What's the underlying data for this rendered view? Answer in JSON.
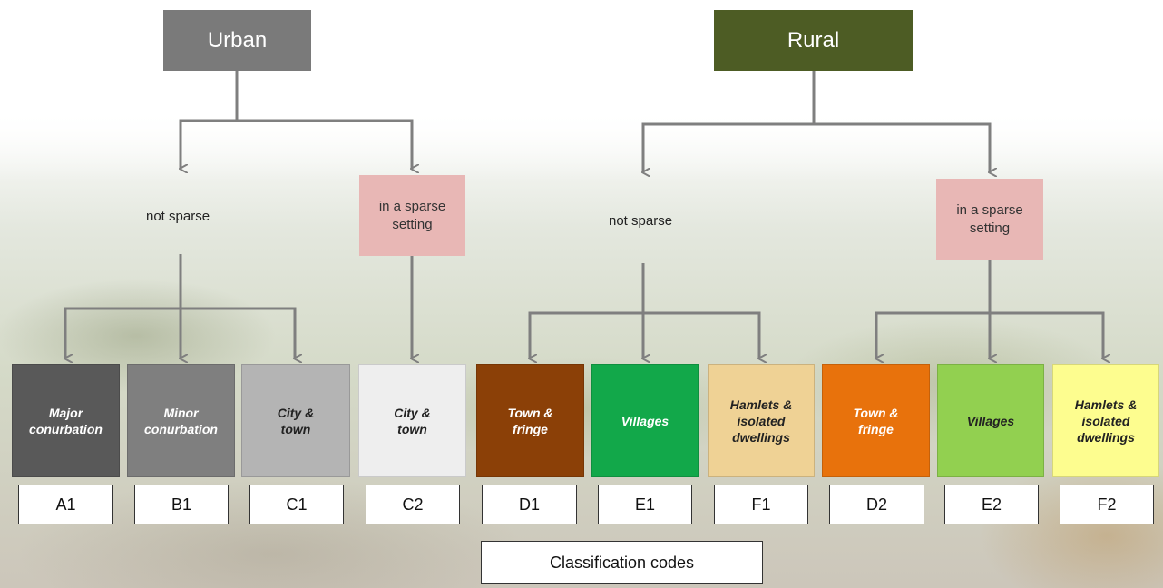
{
  "urban": {
    "label": "Urban",
    "color": "#7a7a7a"
  },
  "rural": {
    "label": "Rural",
    "color": "#4d5c24"
  },
  "urban_not_sparse": "not sparse",
  "urban_sparse": "in a sparse setting",
  "rural_not_sparse": "not sparse",
  "rural_sparse": "in a sparse setting",
  "categories": [
    {
      "label": "Major conurbation",
      "code": "A1",
      "color": "#595959",
      "text_color": "#ffffff"
    },
    {
      "label": "Minor conurbation",
      "code": "B1",
      "color": "#7f7f7f",
      "text_color": "#ffffff"
    },
    {
      "label": "City & town",
      "code": "C1",
      "color": "#b4b4b4",
      "text_color": "#222222"
    },
    {
      "label": "City & town",
      "code": "C2",
      "color": "#eeeeee",
      "text_color": "#222222"
    },
    {
      "label": "Town & fringe",
      "code": "D1",
      "color": "#8b4007",
      "text_color": "#ffffff"
    },
    {
      "label": "Villages",
      "code": "E1",
      "color": "#12a84a",
      "text_color": "#ffffff"
    },
    {
      "label": "Hamlets & isolated dwellings",
      "code": "F1",
      "color": "#efd295",
      "text_color": "#222222"
    },
    {
      "label": "Town & fringe",
      "code": "D2",
      "color": "#e8720c",
      "text_color": "#ffffff"
    },
    {
      "label": "Villages",
      "code": "E2",
      "color": "#92d050",
      "text_color": "#222222"
    },
    {
      "label": "Hamlets & isolated dwellings",
      "code": "F2",
      "color": "#fdfd8f",
      "text_color": "#222222"
    }
  ],
  "codes_label": "Classification codes",
  "line_color": "#7f7f7f"
}
